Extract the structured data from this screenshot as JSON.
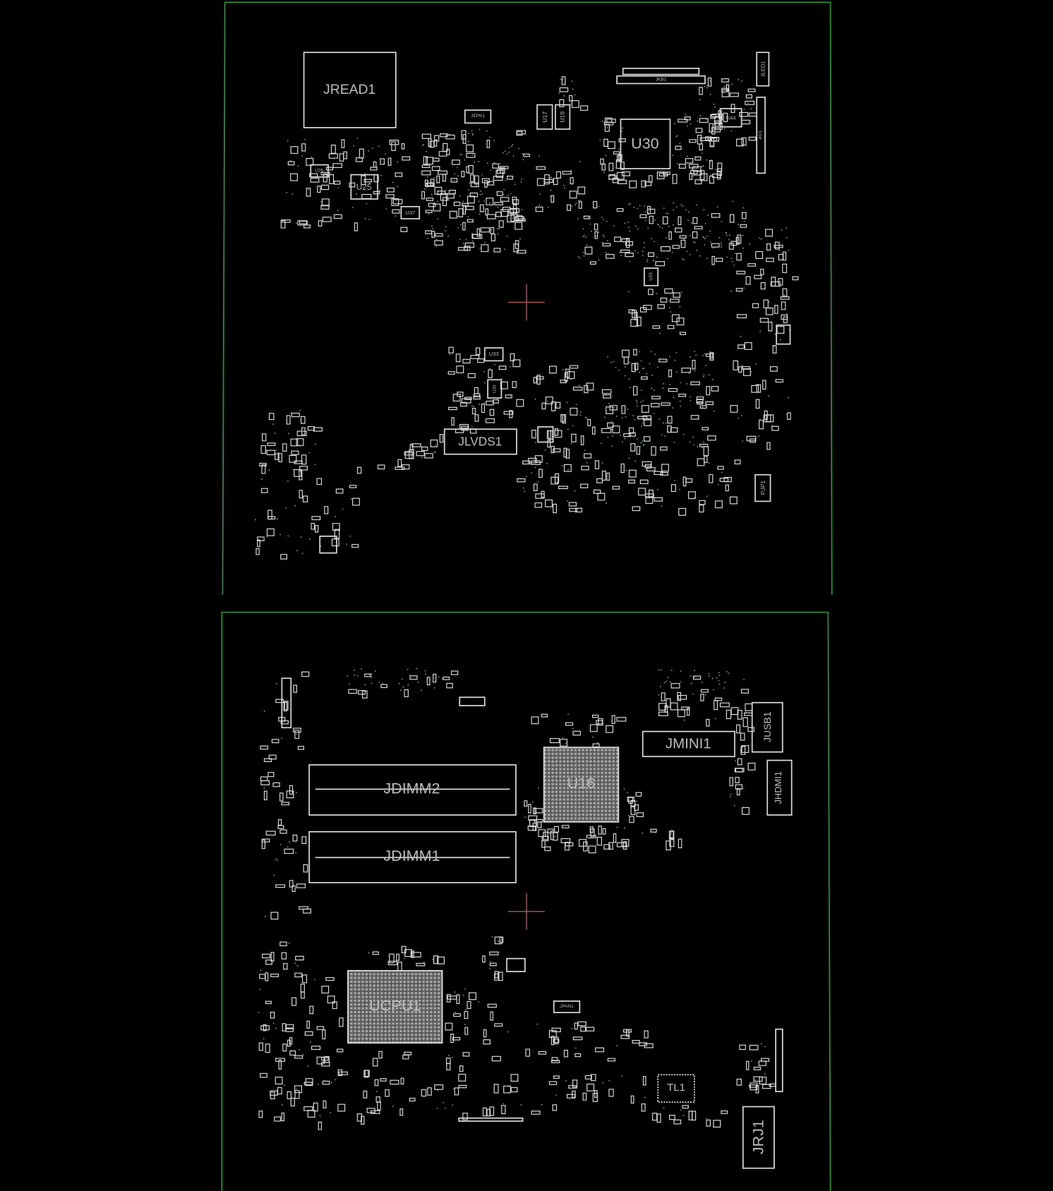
{
  "colors": {
    "background": "#000000",
    "board_outline": "#2f8f3c",
    "silkscreen": "#d9d9d9",
    "label": "#bdbdbd",
    "via": "#6f8f8a",
    "crosshair": "#b5545a",
    "bga_fill": "#8a8a8a"
  },
  "top_side": {
    "components": {
      "jread1": "JREAD1",
      "u25": "U25",
      "u26": "U26",
      "u37": "U37",
      "jepk1": "JEPK1",
      "u17": "U17",
      "u18": "U18",
      "jkb1": "JKB1",
      "jled1": "JLED1",
      "u44": "U44",
      "jio1": "JIO1",
      "u30": "U30",
      "u35": "U35",
      "u33": "U33",
      "u36": "U36",
      "jlvds1": "JLVDS1",
      "pjp1": "PJP1"
    }
  },
  "bottom_side": {
    "components": {
      "jdimm2": "JDIMM2",
      "jdimm1": "JDIMM1",
      "u16": "U16",
      "jmini1": "JMINI1",
      "jusb1": "JUSB1",
      "jhdmi1": "JHDMI1",
      "ucpu1": "UCPU1",
      "jpan1": "JPAN1",
      "tl1": "TL1",
      "jrj1": "JRJ1"
    }
  }
}
